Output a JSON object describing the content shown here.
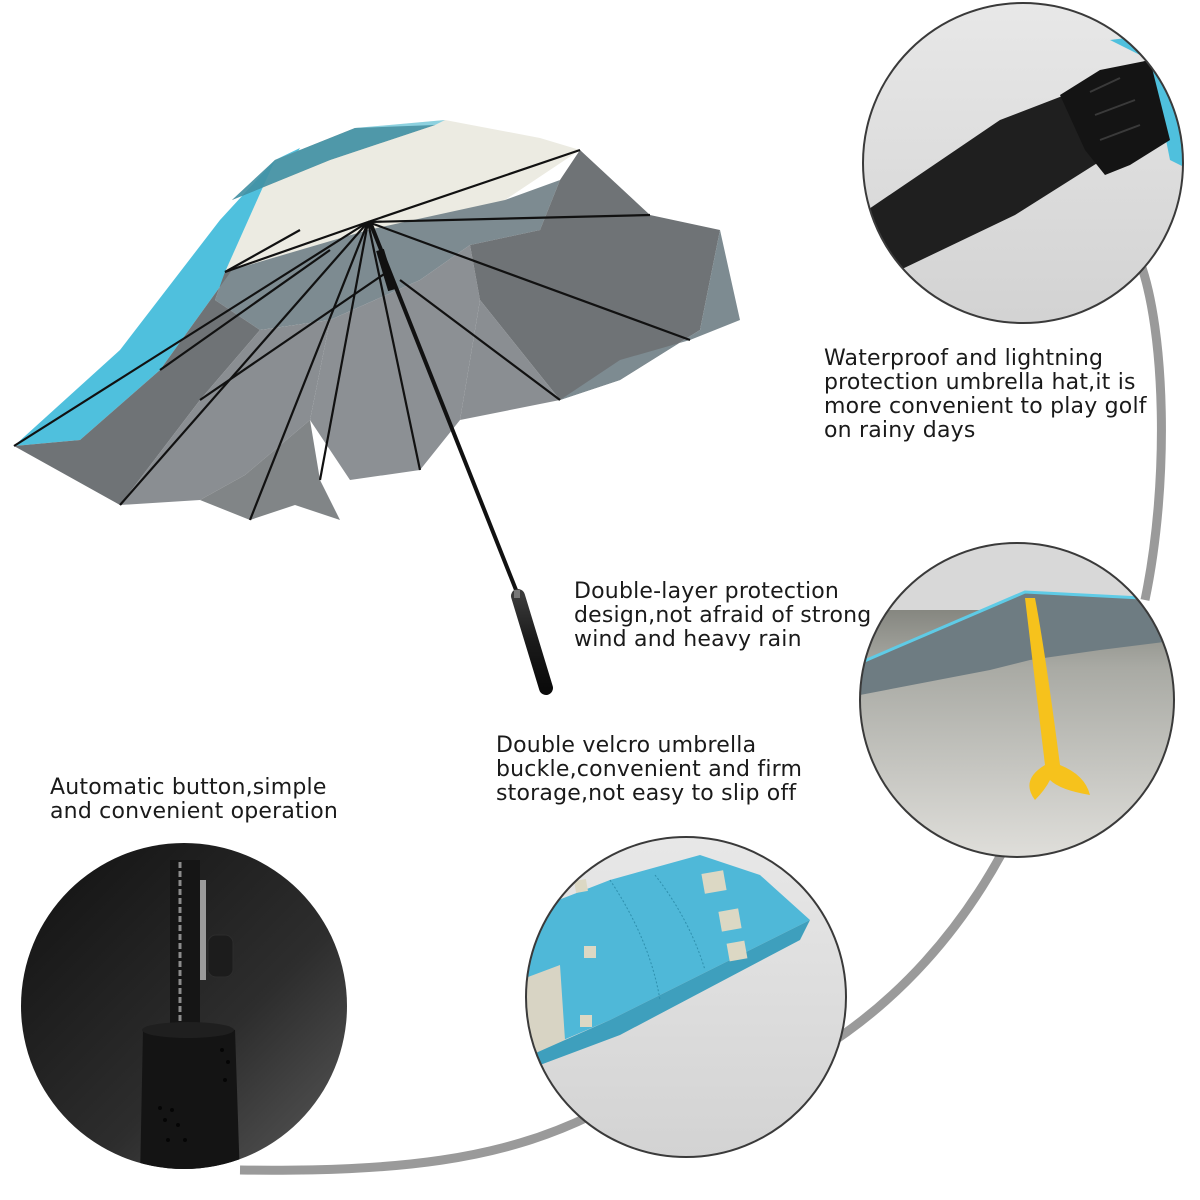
{
  "product": {
    "type": "golf umbrella",
    "colors": {
      "canopy_outer_blue": "#4fc0dd",
      "canopy_vent_cream": "#ecebe2",
      "canopy_inner_gray": "#7e8285",
      "canopy_inner_blue_gray": "#7d8b91",
      "ribs": "#111111",
      "tip_stand_yellow": "#f6c21c",
      "connector_line": "#9a9a9a",
      "circle_border": "#3a3a3a"
    }
  },
  "captions": {
    "waterproof": "Waterproof and lightning\nprotection umbrella hat,it is\nmore convenient to play golf\non rainy days",
    "double_layer": "Double-layer protection\ndesign,not afraid of strong\nwind and heavy rain",
    "velcro": "Double velcro umbrella\nbuckle,convenient and firm\nstorage,not easy to slip off",
    "automatic": "Automatic button,simple\nand convenient operation"
  },
  "detail_circles": [
    {
      "id": "handle-cap",
      "subject": "black handle end cap with blue fabric edge"
    },
    {
      "id": "tip-stand",
      "subject": "canopy edge resting on yellow tripod rib tip"
    },
    {
      "id": "velcro-buckle",
      "subject": "folded blue canopy with cream square pattern"
    },
    {
      "id": "auto-button",
      "subject": "black shaft with automatic open button and perforated grip"
    }
  ]
}
